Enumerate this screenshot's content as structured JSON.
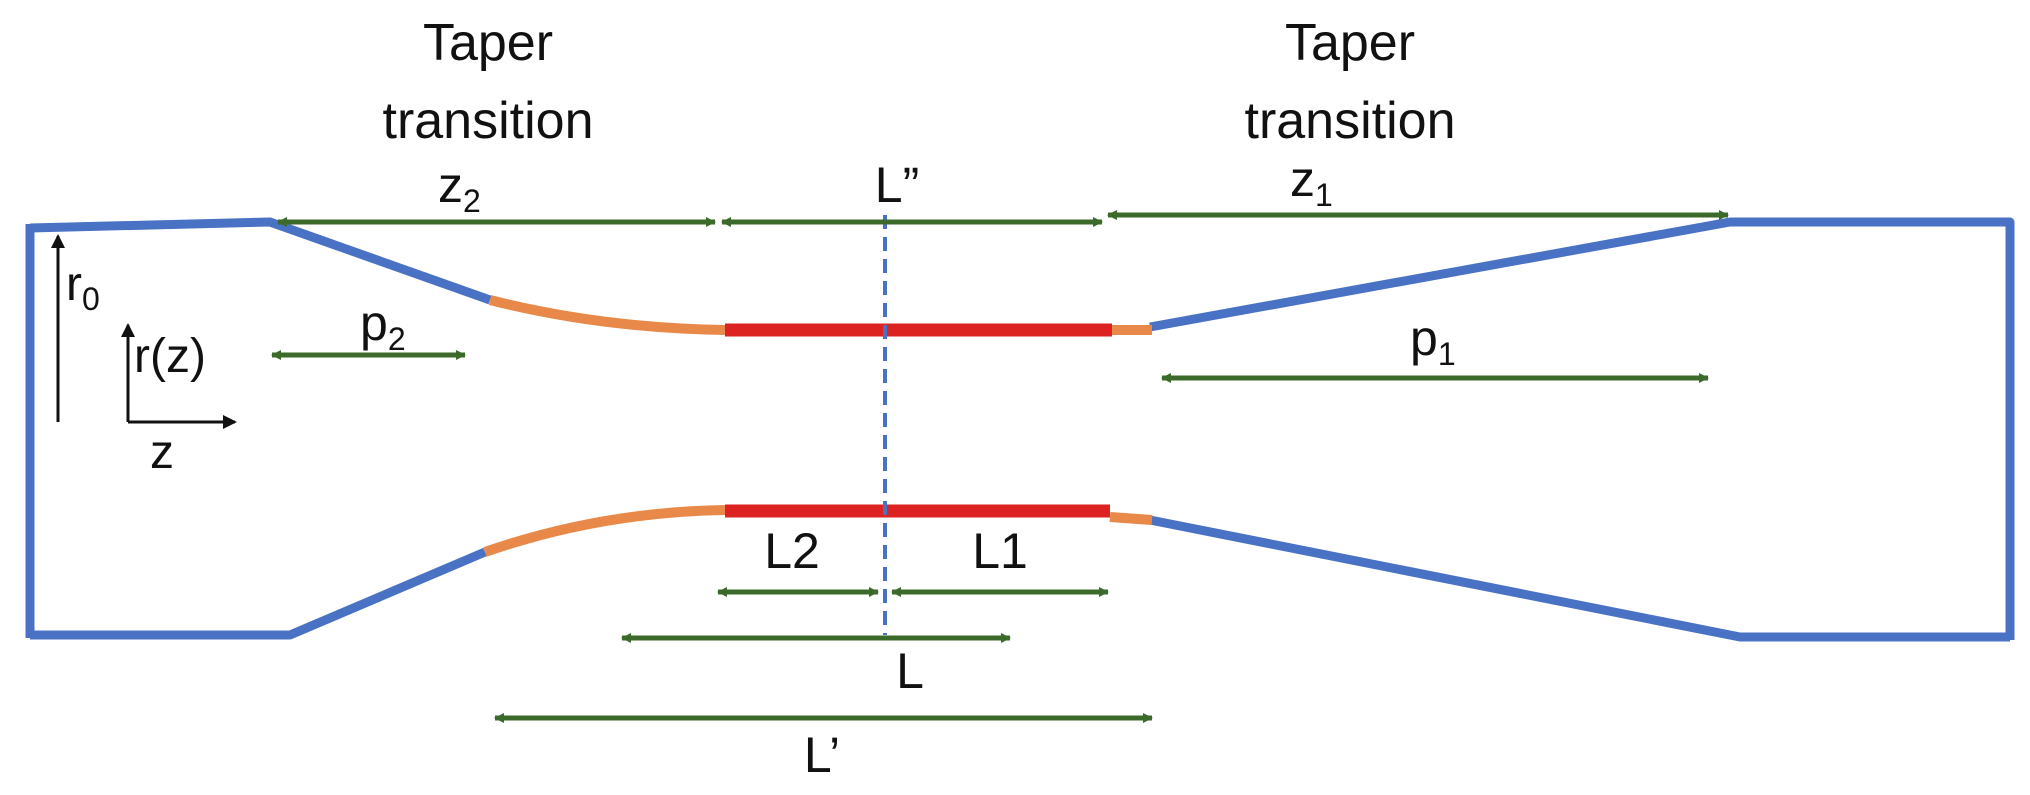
{
  "labels": {
    "taper_left": {
      "line1": "Taper",
      "line2": "transition"
    },
    "taper_right": {
      "line1": "Taper",
      "line2": "transition"
    },
    "z2": {
      "main": "z",
      "sub": "2"
    },
    "z1": {
      "main": "z",
      "sub": "1"
    },
    "L_double_prime": "L”",
    "p2": {
      "main": "p",
      "sub": "2"
    },
    "p1": {
      "main": "p",
      "sub": "1"
    },
    "r0": {
      "main": "r",
      "sub": "0"
    },
    "rz": "r(z)",
    "z_axis": "z",
    "L2": "L2",
    "L1": "L1",
    "L": "L",
    "L_prime": "L’"
  },
  "colors": {
    "fiber_outline": "#4a72c4",
    "transition_section": "#e8894a",
    "waist_section": "#dd2222",
    "dimension_arrow": "#3c6a2a",
    "axis_dash": "#4a72c4",
    "text": "#111111"
  }
}
